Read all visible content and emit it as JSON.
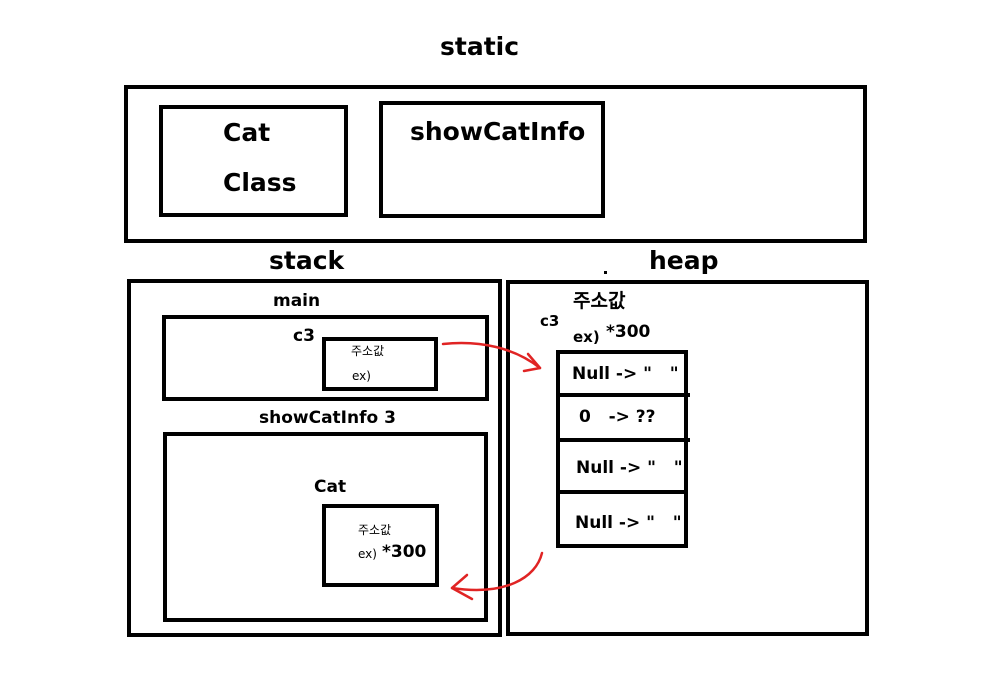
{
  "static": {
    "title": "static",
    "cat_box": {
      "line1": "Cat",
      "line2": "Class"
    },
    "method_box": {
      "label": "showCatInfo"
    }
  },
  "stack": {
    "title": "stack",
    "main": {
      "label": "main",
      "var_name": "c3",
      "value_line1": "주소값",
      "value_line2": "ex)"
    },
    "frame": {
      "label": "showCatInfo 3",
      "var_name": "Cat",
      "value_line1": "주소값",
      "value_prefix": "ex)",
      "value_main": "*300"
    }
  },
  "heap": {
    "title": "heap",
    "ref_name": "c3",
    "address_label": "주소값",
    "address_prefix": "ex)",
    "address_value": "*300",
    "cells": [
      "Null -> \"   \"",
      "0   -> ??",
      "Null -> \"   \"",
      "Null -> \"   \""
    ]
  },
  "colors": {
    "arrow": "#e02424",
    "stroke": "#000000"
  }
}
